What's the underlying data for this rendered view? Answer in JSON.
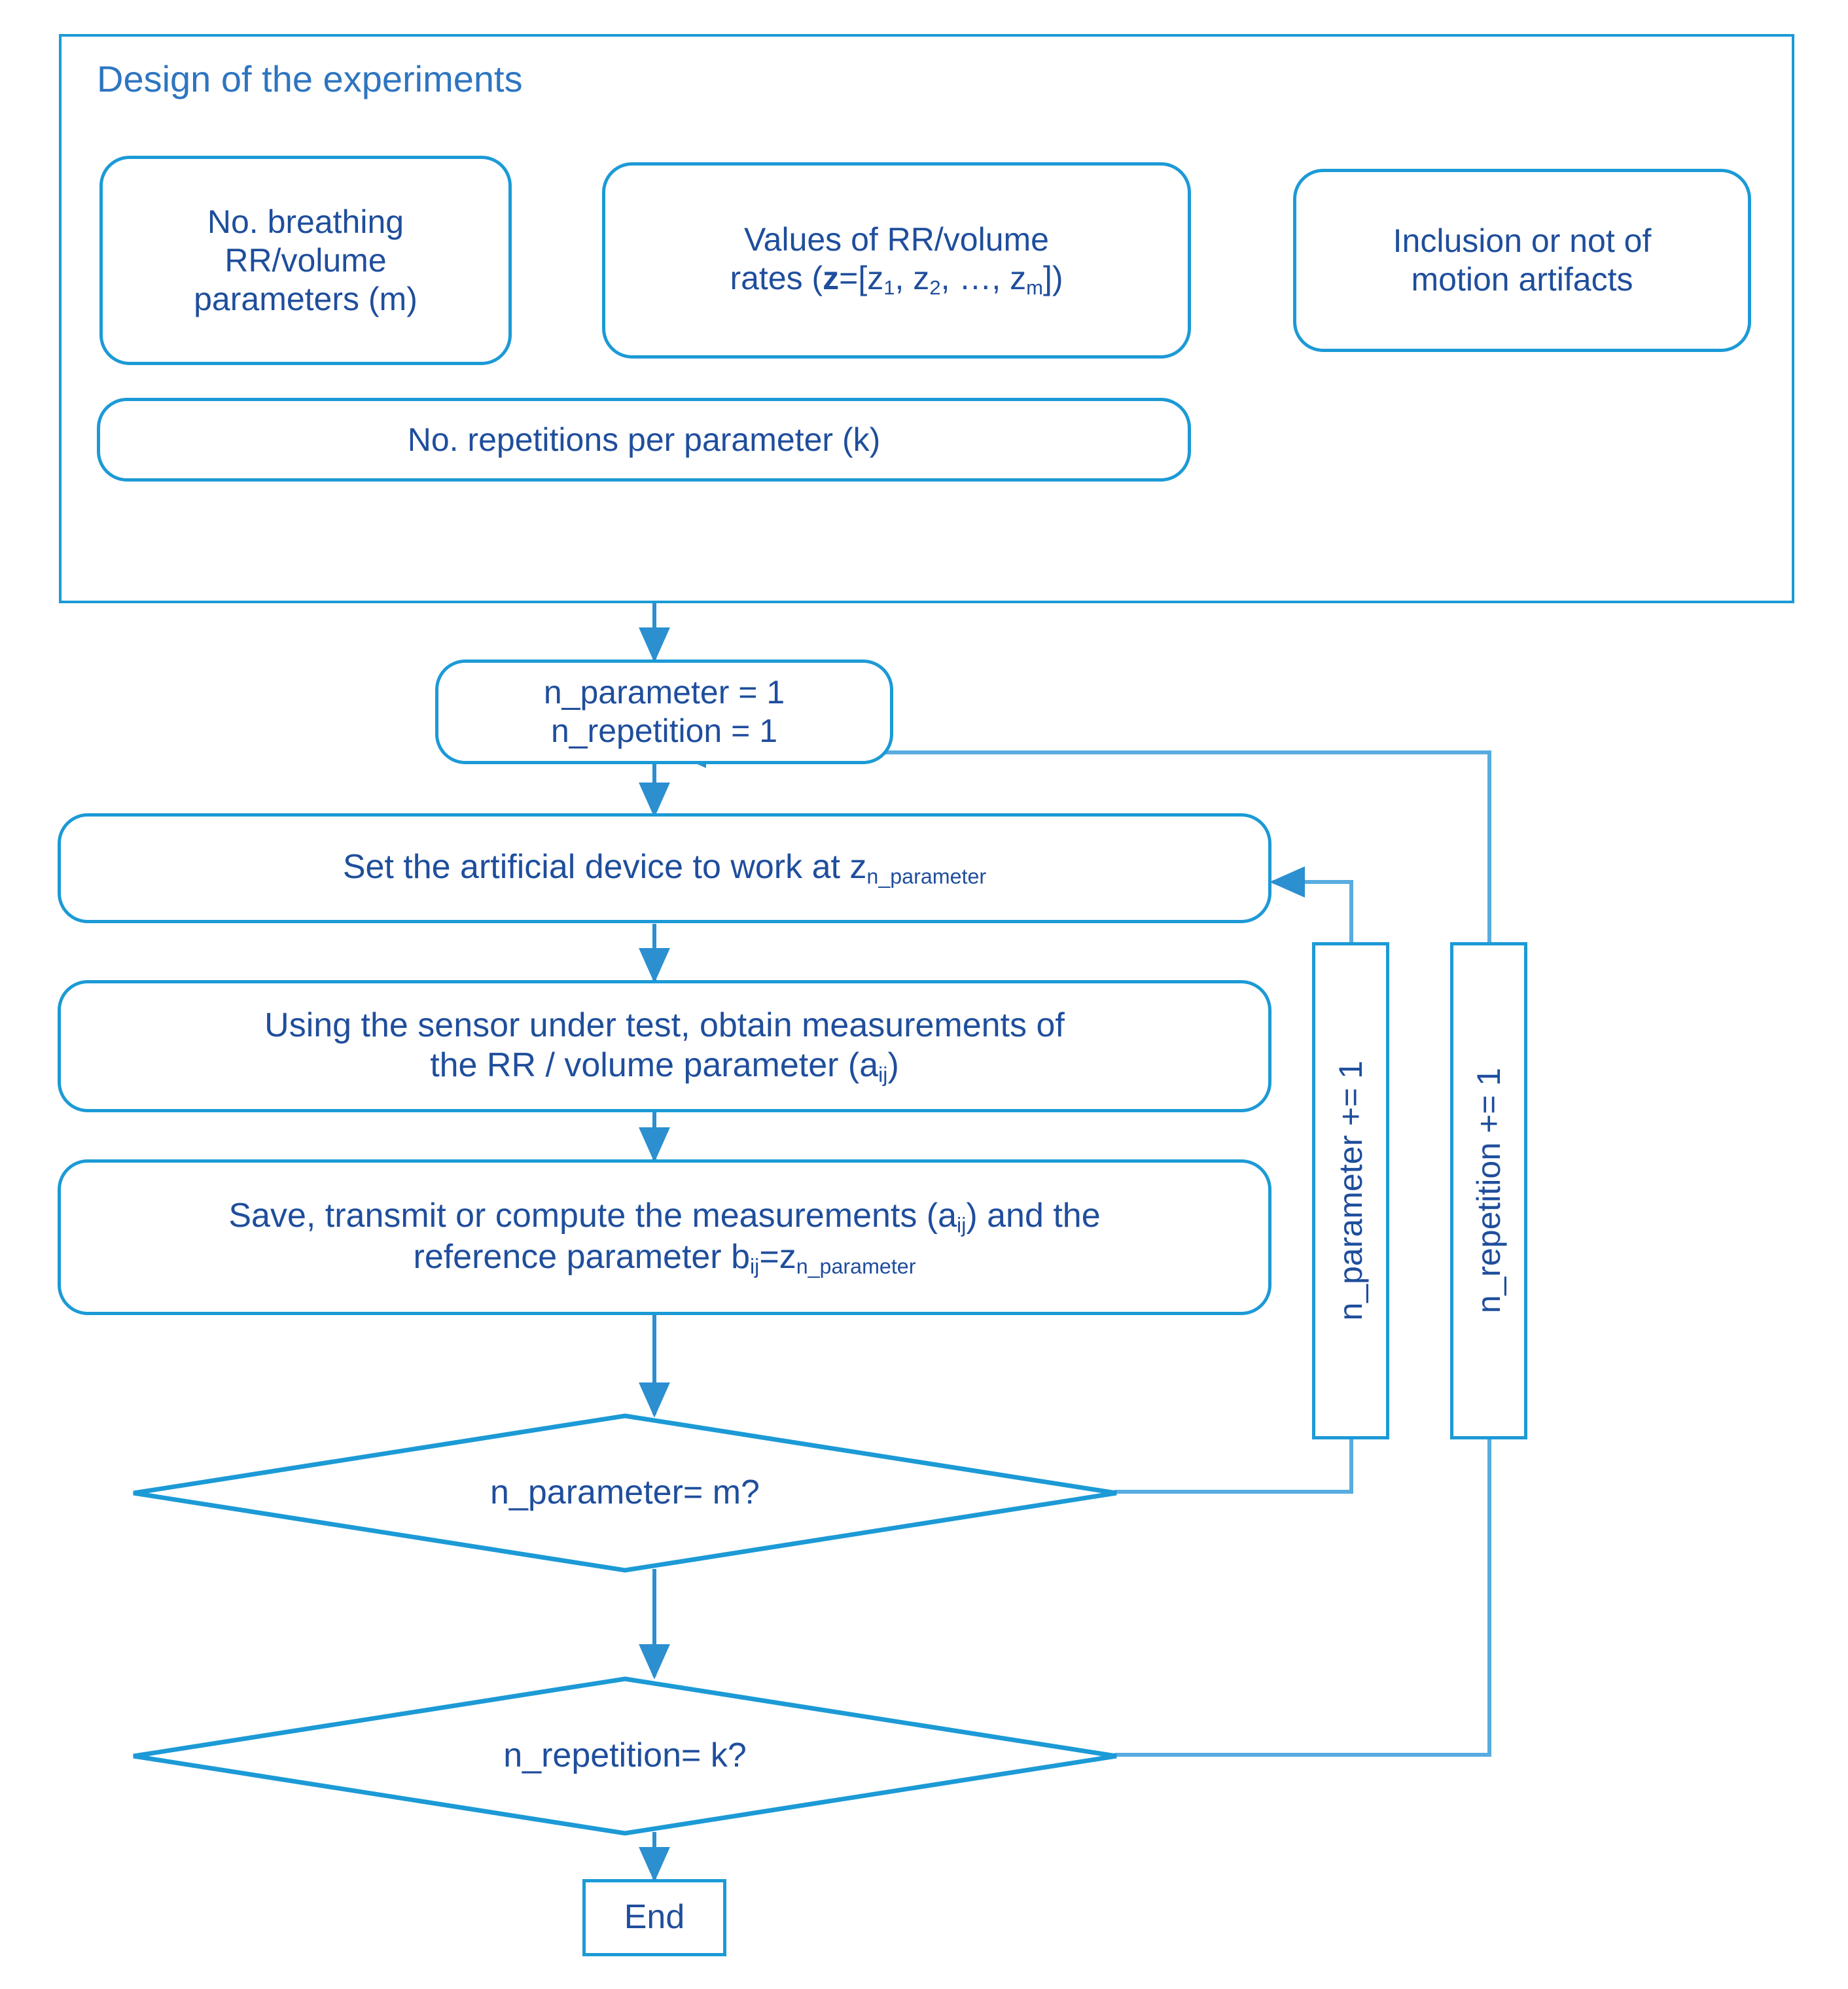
{
  "diagram": {
    "title": "Design of the experiments",
    "colors": {
      "stroke": "#1C9AD6",
      "text": "#1F4E9C",
      "title": "#2E75C0",
      "arrow_dark": "#1560BD",
      "arrow_light": "#58ACE0",
      "background": "#FFFFFF"
    }
  },
  "nodes": {
    "param_count": {
      "line1": "No. breathing",
      "line2": "RR/volume",
      "line3": "parameters (m)",
      "shape": "rounded-rect"
    },
    "values": {
      "line1": "Values of RR/volume",
      "prefix": "rates (",
      "bold_z": "z",
      "equals": "=[z",
      "sub1": "1",
      "mid1": ",  z",
      "sub2": "2",
      "mid2": ", …, z",
      "sub3": "m",
      "suffix": "])",
      "shape": "rounded-rect"
    },
    "motion": {
      "line1": "Inclusion or not of",
      "line2": "motion artifacts",
      "shape": "rounded-rect"
    },
    "repetitions": {
      "label": "No. repetitions per parameter (k)",
      "shape": "rounded-rect"
    },
    "init": {
      "line1": "n_parameter = 1",
      "line2": "n_repetition = 1",
      "shape": "rounded-rect"
    },
    "set_device": {
      "prefix": "Set the artificial device to work at z",
      "sub": "n_parameter",
      "shape": "rounded-rect"
    },
    "measure": {
      "line1": "Using the sensor under test, obtain measurements of",
      "line2_pre": "the RR / volume parameter (a",
      "line2_sub": "ij",
      "line2_post": ")",
      "shape": "rounded-rect"
    },
    "save": {
      "line1_pre": "Save, transmit or compute the measurements (a",
      "line1_sub": "ij",
      "line1_post": ") and the",
      "line2_pre": "reference parameter b",
      "line2_sub1": "ij",
      "line2_mid": "=z",
      "line2_sub2": "n_parameter",
      "shape": "rounded-rect"
    },
    "decide_param": {
      "label": "n_parameter= m?",
      "shape": "diamond"
    },
    "decide_rep": {
      "label": "n_repetition= k?",
      "shape": "diamond"
    },
    "inc_param": {
      "label": "n_parameter += 1",
      "shape": "rect-vertical"
    },
    "inc_rep": {
      "label": "n_repetition += 1",
      "shape": "rect-vertical"
    },
    "end": {
      "label": "End",
      "shape": "rect"
    }
  }
}
